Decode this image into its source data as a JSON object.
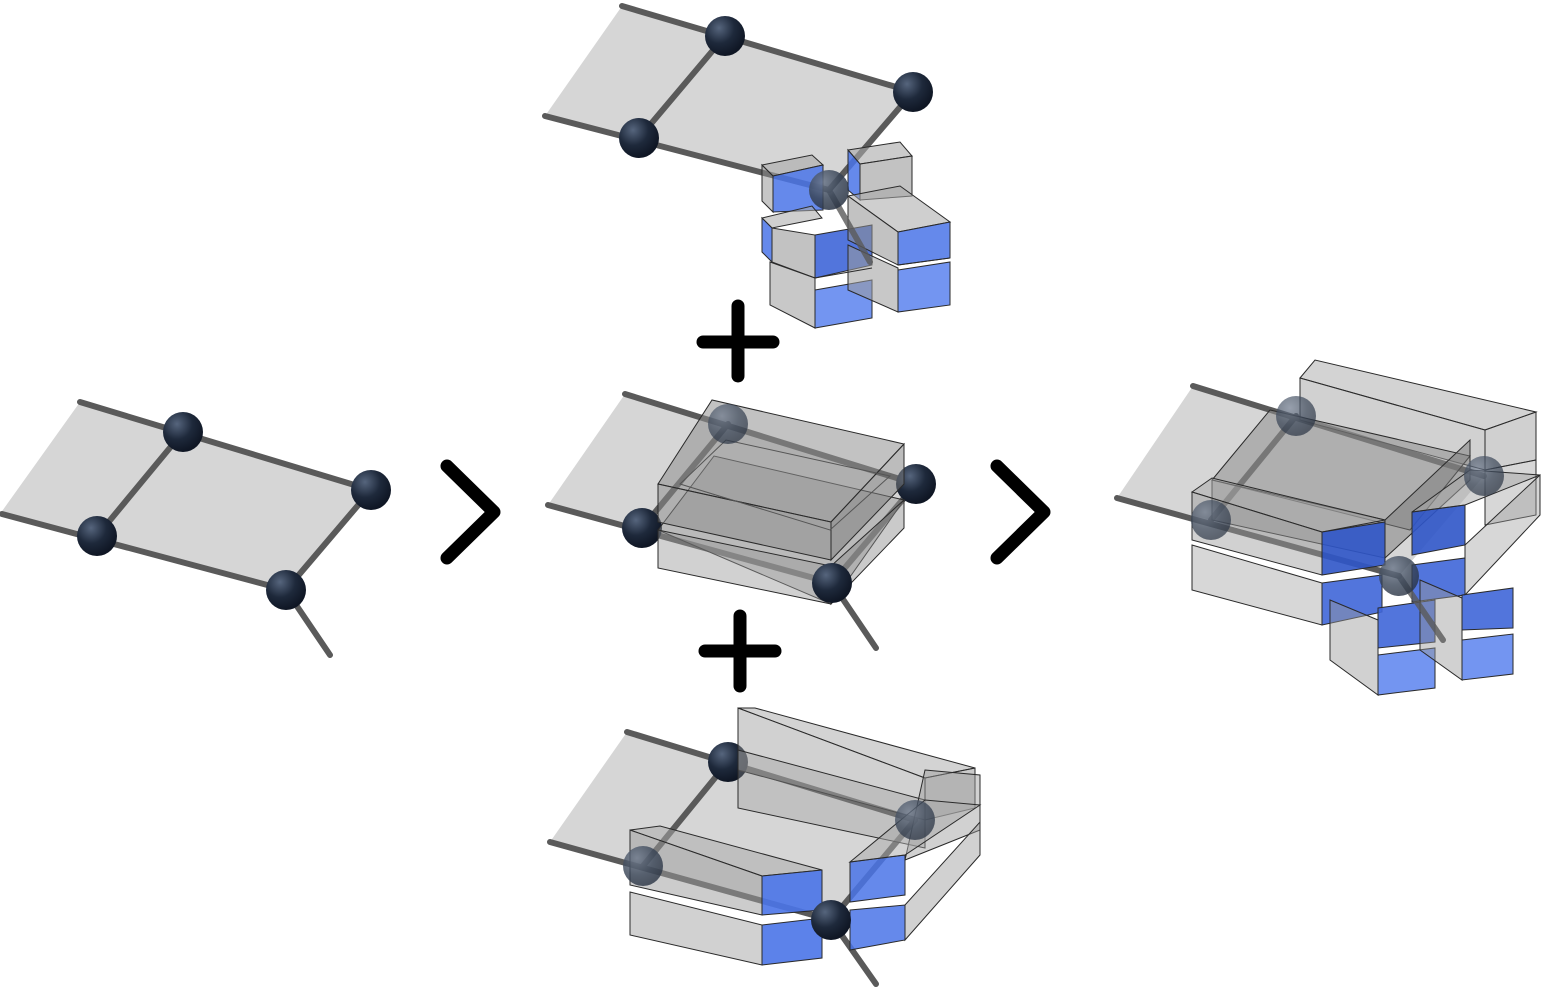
{
  "diagram": {
    "colors": {
      "background": "#ffffff",
      "plate_fill": "#d6d6d6",
      "rod": "#5a5a5a",
      "node": "#1e293b",
      "node_highlight": "#4a5a72",
      "box_fill": "#8f8f8f",
      "box_edge": "#2a2a2a",
      "blue_face": "#4a74e8",
      "blue_face_dark": "#2f55c8",
      "operator": "#000000"
    },
    "operators": [
      {
        "symbol": "plus-icon",
        "between": [
          "top-panel",
          "middle-panel"
        ]
      },
      {
        "symbol": "plus-icon",
        "between": [
          "middle-panel",
          "bottom-panel"
        ]
      },
      {
        "symbol": "chevron-right-icon",
        "between": [
          "input-panel",
          "middle-panel"
        ]
      },
      {
        "symbol": "chevron-right-icon",
        "between": [
          "middle-panel",
          "result-panel"
        ]
      }
    ],
    "panels": [
      "input-panel",
      "top-panel",
      "middle-panel",
      "bottom-panel",
      "result-panel"
    ]
  }
}
